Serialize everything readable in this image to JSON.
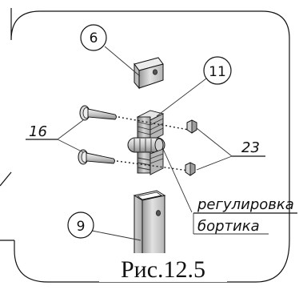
{
  "figure": {
    "caption": "Рис.12.5",
    "adjustment_label_line1": "регулировка",
    "adjustment_label_line2": "бортика"
  },
  "callouts": {
    "part_6": "6",
    "part_11": "11",
    "part_9": "9",
    "part_16": "16",
    "part_23": "23"
  },
  "colors": {
    "stroke": "#111111",
    "metal_light": "#dcdcdc",
    "metal_mid": "#bdbdbd",
    "metal_dark": "#8f8f8f"
  }
}
